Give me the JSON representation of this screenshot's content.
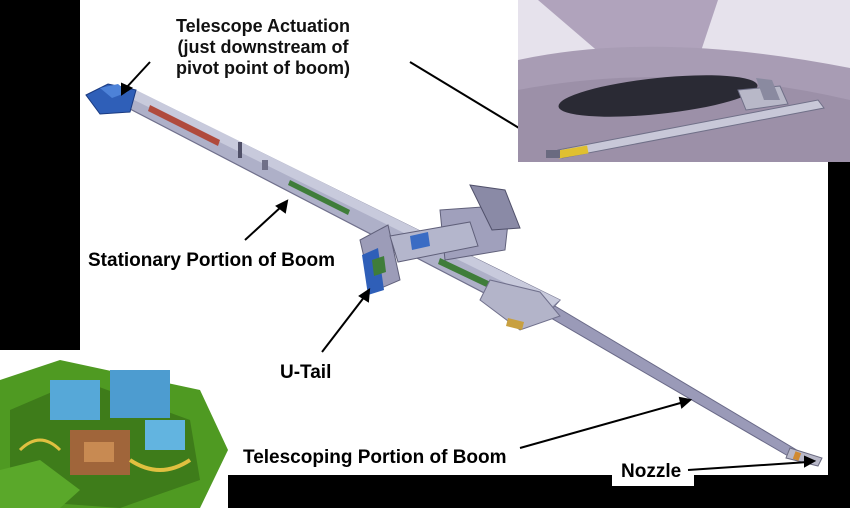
{
  "labels": {
    "telescope_actuation": "Telescope Actuation",
    "actuation_note_1": "(just downstream of",
    "actuation_note_2": "pivot point of boom)",
    "stationary": "Stationary Portion of Boom",
    "utail": "U-Tail",
    "telescoping": "Telescoping Portion of Boom",
    "nozzle": "Nozzle"
  },
  "colors": {
    "background": "#000000",
    "canvas": "#ffffff",
    "boom": "#a9a9c4",
    "boom_dark": "#7c7c9a",
    "boom_blue": "#2f5fb8",
    "accent_red": "#b04a3c",
    "accent_green": "#3f7d3a",
    "fuselage": "#a79ab0",
    "engine_green": "#4f9a22",
    "engine_blue": "#56a8d8",
    "engine_copper": "#a0653a"
  }
}
